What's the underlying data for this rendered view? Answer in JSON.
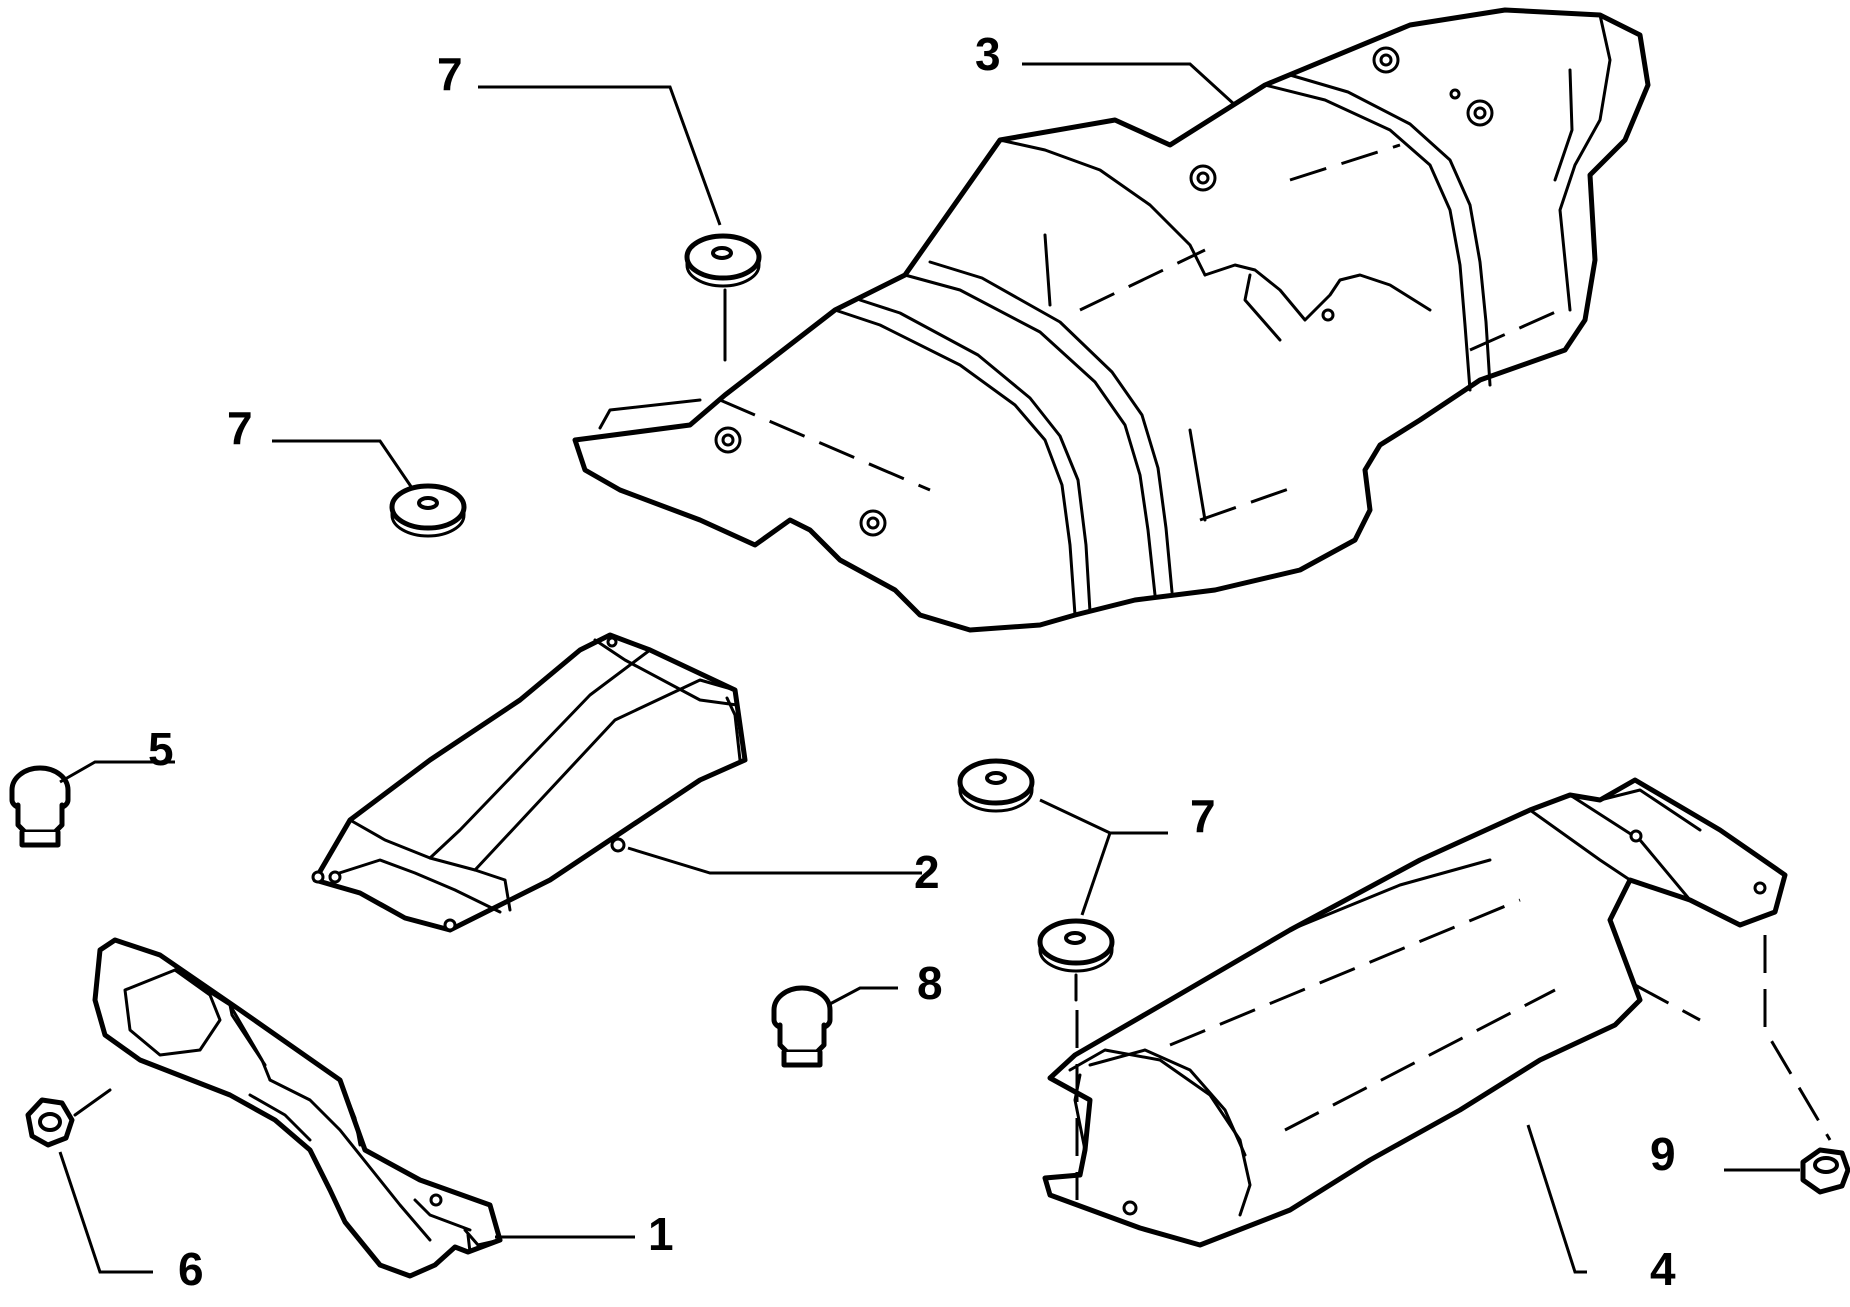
{
  "callouts": [
    {
      "id": "p1",
      "label": "1"
    },
    {
      "id": "p2",
      "label": "2"
    },
    {
      "id": "p3",
      "label": "3"
    },
    {
      "id": "p4",
      "label": "4"
    },
    {
      "id": "p5",
      "label": "5"
    },
    {
      "id": "p6",
      "label": "6"
    },
    {
      "id": "p7a",
      "label": "7"
    },
    {
      "id": "p7b",
      "label": "7"
    },
    {
      "id": "p7c",
      "label": "7"
    },
    {
      "id": "p8",
      "label": "8"
    },
    {
      "id": "p9",
      "label": "9"
    }
  ]
}
